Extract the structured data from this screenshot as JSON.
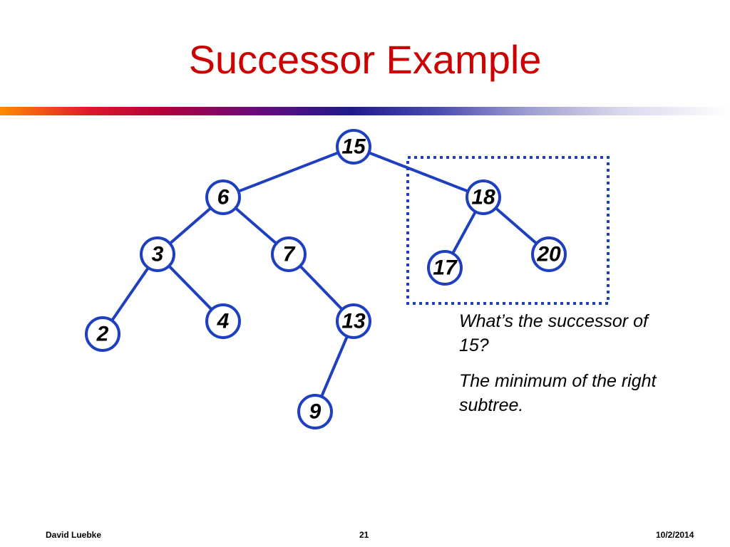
{
  "slide": {
    "title": "Successor Example",
    "question": "What’s the successor of 15?",
    "answer": "The minimum of the right subtree."
  },
  "tree": {
    "nodes": [
      {
        "id": "15",
        "label": "15"
      },
      {
        "id": "6",
        "label": "6"
      },
      {
        "id": "18",
        "label": "18"
      },
      {
        "id": "3",
        "label": "3"
      },
      {
        "id": "7",
        "label": "7"
      },
      {
        "id": "17",
        "label": "17"
      },
      {
        "id": "20",
        "label": "20"
      },
      {
        "id": "2",
        "label": "2"
      },
      {
        "id": "4",
        "label": "4"
      },
      {
        "id": "13",
        "label": "13"
      },
      {
        "id": "9",
        "label": "9"
      }
    ],
    "edges": [
      [
        "15",
        "6"
      ],
      [
        "15",
        "18"
      ],
      [
        "6",
        "3"
      ],
      [
        "6",
        "7"
      ],
      [
        "18",
        "17"
      ],
      [
        "18",
        "20"
      ],
      [
        "3",
        "2"
      ],
      [
        "3",
        "4"
      ],
      [
        "7",
        "13"
      ],
      [
        "13",
        "9"
      ]
    ],
    "highlighted_subtree_root": "18"
  },
  "footer": {
    "author": "David Luebke",
    "page": "21",
    "date": "10/2/2014"
  },
  "colors": {
    "title": "#cc0000",
    "tree_stroke": "#1e3fbf"
  }
}
